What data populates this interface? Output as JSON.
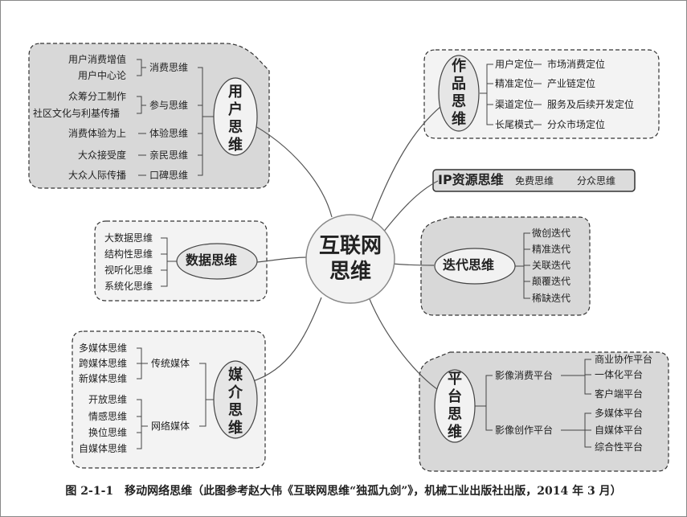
{
  "center": {
    "line1": "互联网",
    "line2": "思维"
  },
  "user_thinking": {
    "title": "用户思维",
    "consume": {
      "label": "消费思维",
      "items": [
        "用户消费增值",
        "用户中心论"
      ]
    },
    "participate": {
      "label": "参与思维",
      "items": [
        "众筹分工制作",
        "社区文化与利基传播"
      ]
    },
    "experience": {
      "label": "体验思维",
      "item": "消费体验为上"
    },
    "affinity": {
      "label": "亲民思维",
      "item": "大众接受度"
    },
    "wom": {
      "label": "口碑思维",
      "item": "大众人际传播"
    }
  },
  "data_thinking": {
    "title": "数据思维",
    "items": [
      "大数据思维",
      "结构性思维",
      "视听化思维",
      "系统化思维"
    ]
  },
  "media_thinking": {
    "title": "媒介思维",
    "traditional": {
      "label": "传统媒体",
      "items": [
        "多媒体思维",
        "跨媒体思维",
        "新媒体思维"
      ]
    },
    "network": {
      "label": "网络媒体",
      "items": [
        "开放思维",
        "情感思维",
        "换位思维",
        "自媒体思维"
      ]
    }
  },
  "work_thinking": {
    "title": "作品思维",
    "rows": [
      {
        "left": "用户定位",
        "right": "市场消费定位"
      },
      {
        "left": "精准定位",
        "right": "产业链定位"
      },
      {
        "left": "渠道定位",
        "right": "服务及后续开发定位"
      },
      {
        "left": "长尾模式",
        "right": "分众市场定位"
      }
    ]
  },
  "ip_thinking": {
    "title": "IP资源思维",
    "items": [
      "免费思维",
      "分众思维"
    ]
  },
  "iteration_thinking": {
    "title": "迭代思维",
    "items": [
      "微创迭代",
      "精准迭代",
      "关联迭代",
      "颠覆迭代",
      "稀缺迭代"
    ]
  },
  "platform_thinking": {
    "title": "平台思维",
    "consume": {
      "label": "影像消费平台",
      "items": [
        "商业协作平台",
        "一体化平台",
        "客户端平台"
      ]
    },
    "create": {
      "label": "影像创作平台",
      "items": [
        "多媒体平台",
        "自媒体平台",
        "综合性平台"
      ]
    }
  },
  "caption": "图 2-1-1　移动网络思维（此图参考赵大伟《互联网思维“独孤九剑”》，机械工业出版社出版，2014 年 3 月）"
}
